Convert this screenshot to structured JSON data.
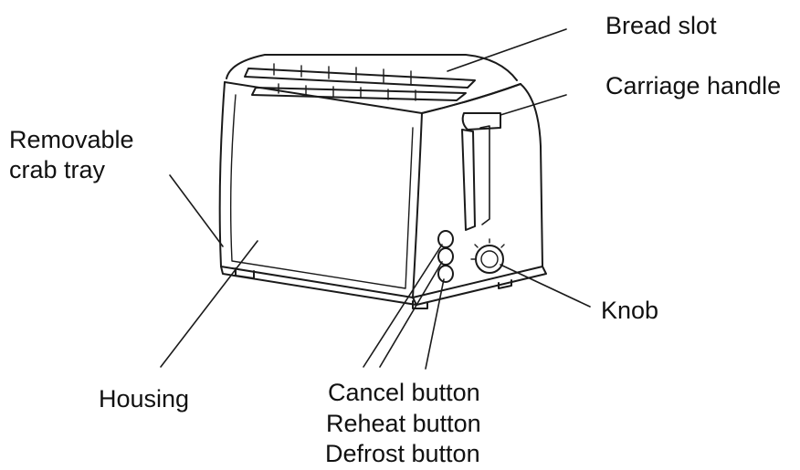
{
  "labels": {
    "bread_slot": "Bread slot",
    "carriage_handle": "Carriage handle",
    "removable_crumb_tray_line1": "Removable",
    "removable_crumb_tray_line2": "crab tray",
    "knob": "Knob",
    "housing": "Housing",
    "cancel_button": "Cancel button",
    "reheat_button": "Reheat button",
    "defrost_button": "Defrost button"
  },
  "colors": {
    "line": "#1a1a1a",
    "background": "#ffffff"
  }
}
